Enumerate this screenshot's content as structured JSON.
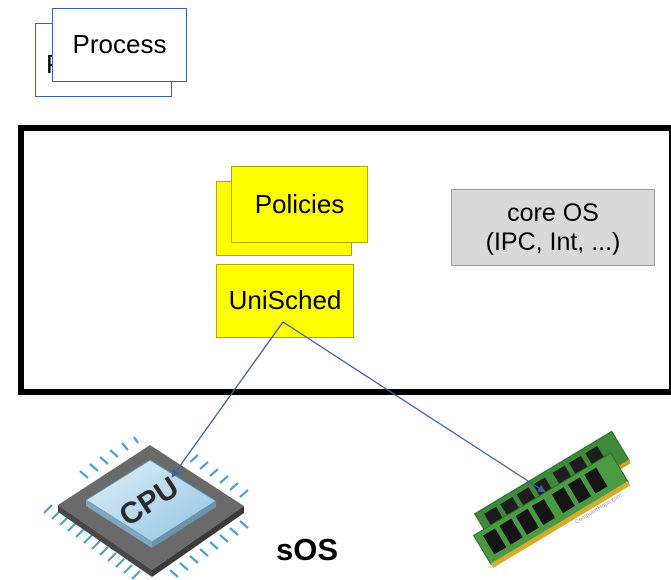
{
  "process": {
    "back_glyph": "P",
    "label": "Process"
  },
  "kernel": {
    "policies_label": "Policies",
    "unisched_label": "UniSched",
    "core_os_label": "core OS\n(IPC, Int, ...)"
  },
  "hardware": {
    "cpu_chip_text": "CPU",
    "ram_watermark": "ComputerHope.com",
    "sos_label": "sOS"
  },
  "colors": {
    "process_border": "#3b5fa8",
    "module_fill": "#ffff00",
    "core_os_fill": "#d9d9d9",
    "arrow": "#3b5fa8"
  }
}
